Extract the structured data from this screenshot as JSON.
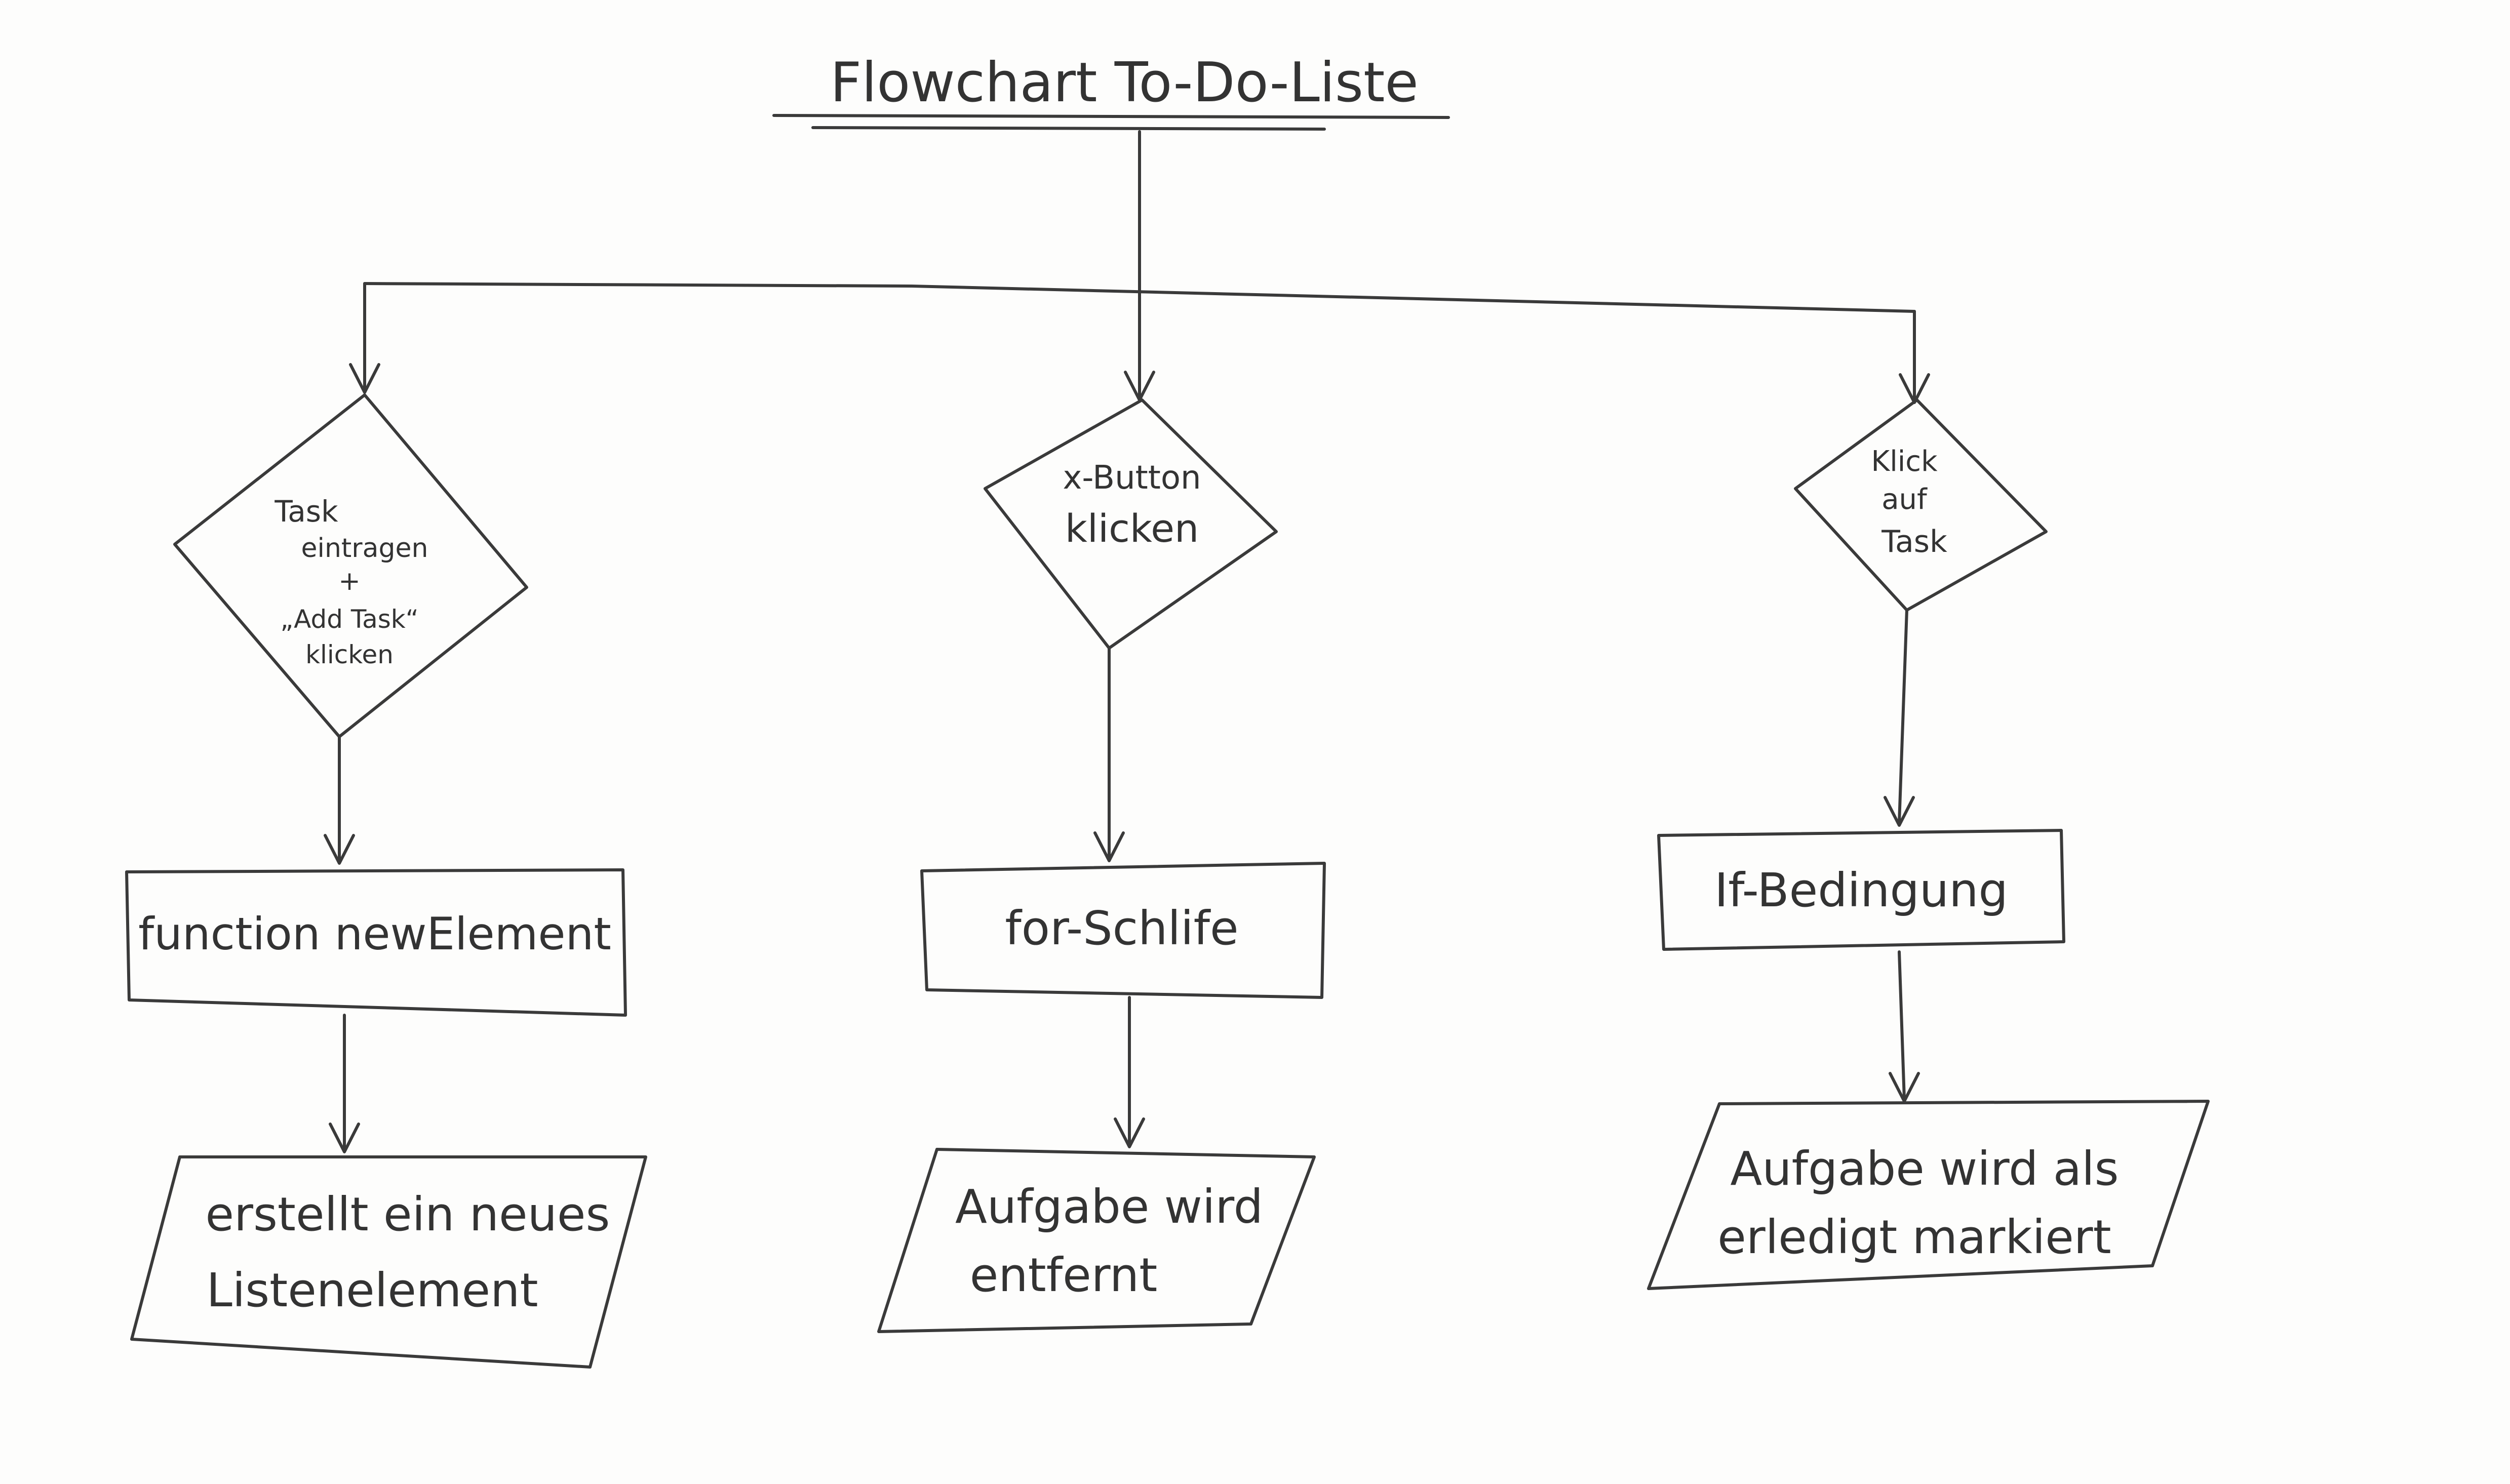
{
  "title": "Flowchart To-Do-Liste",
  "columns": [
    {
      "decision_lines": [
        "Task",
        "eintragen",
        "+",
        "„Add Task“",
        "klicken"
      ],
      "process": "function newElement",
      "output_lines": [
        "erstellt ein neues",
        "Listenelement"
      ]
    },
    {
      "decision_lines": [
        "x-Button",
        "klicken"
      ],
      "process": "for-Schlife",
      "output_lines": [
        "Aufgabe wird",
        "entfernt"
      ]
    },
    {
      "decision_lines": [
        "Klick",
        "auf",
        "Task"
      ],
      "process": "If-Bedingung",
      "output_lines": [
        "Aufgabe wird als",
        "erledigt markiert"
      ]
    }
  ],
  "colors": {
    "ink": "#3a3a3a",
    "paper": "#fdfdfc"
  }
}
